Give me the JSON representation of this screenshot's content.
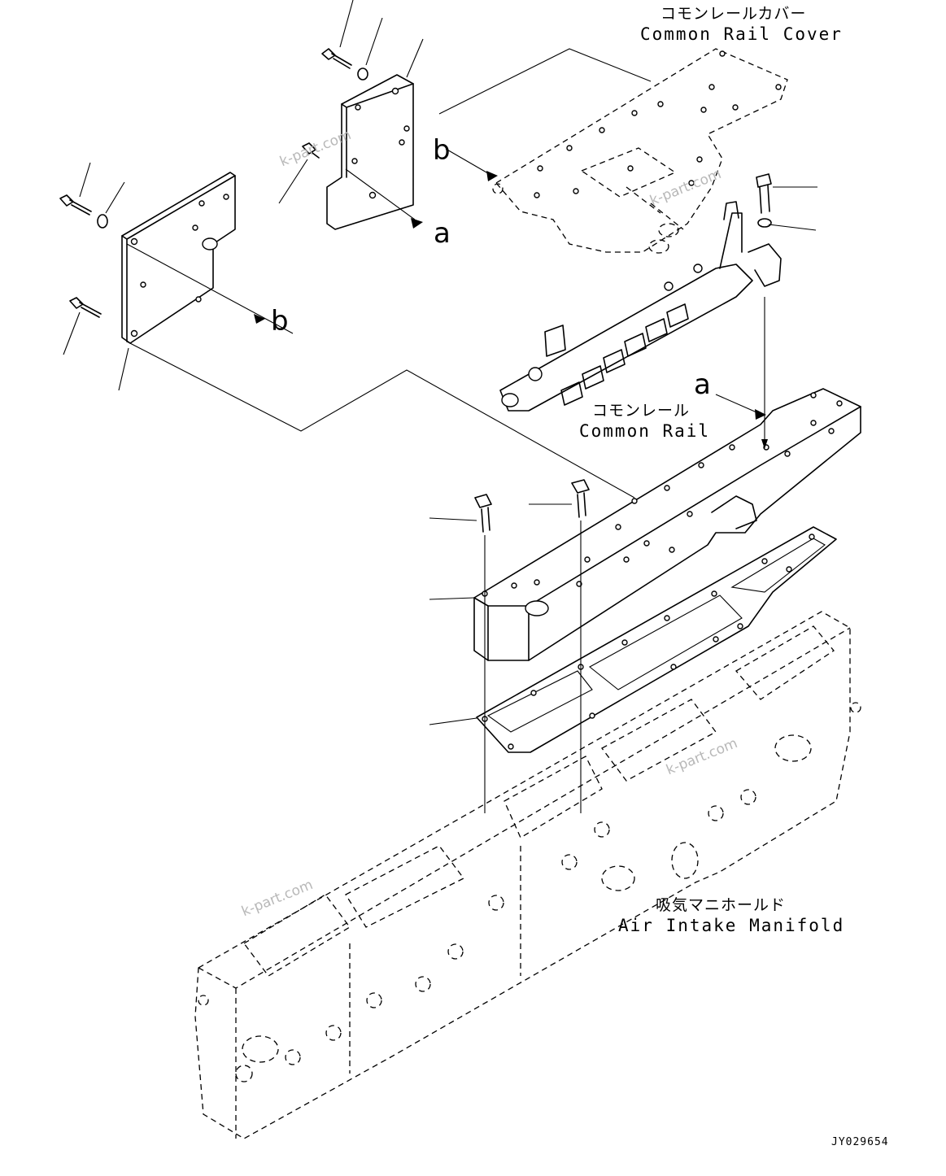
{
  "diagram": {
    "labels": {
      "common_rail_cover_jp": "コモンレールカバー",
      "common_rail_cover_en": "Common Rail Cover",
      "common_rail_jp": "コモンレール",
      "common_rail_en": "Common Rail",
      "air_intake_manifold_jp": "吸気マニホールド",
      "air_intake_manifold_en": "Air Intake Manifold"
    },
    "reference_letters": {
      "b_left_bracket": "b",
      "a_small_bracket": "a",
      "b_cover": "b",
      "a_rail": "a"
    },
    "drawing_code": "JY029654",
    "watermarks": [
      "k-part.com",
      "k-part.com",
      "k-part.com",
      "k-part.com"
    ]
  }
}
